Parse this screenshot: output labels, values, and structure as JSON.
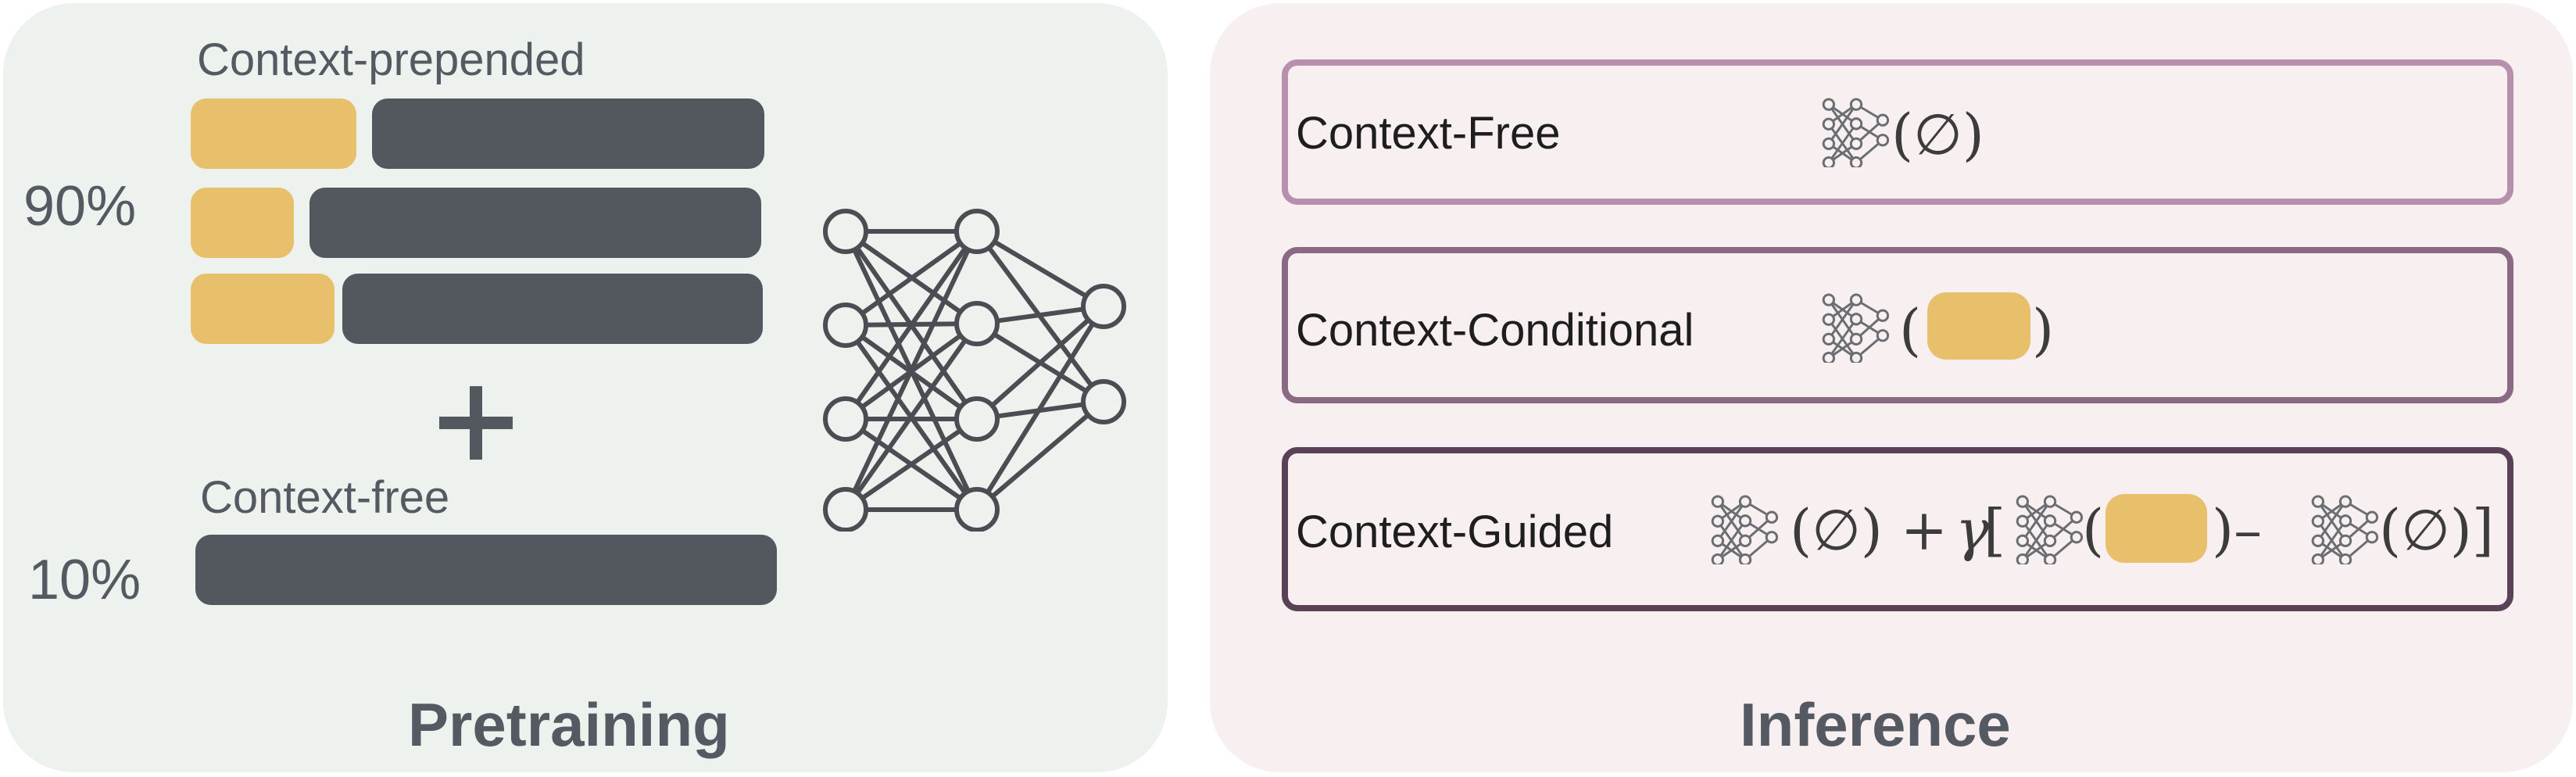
{
  "pretraining": {
    "title": "Pretraining",
    "context_prepended_label": "Context-prepended",
    "context_free_label": "Context-free",
    "prepended_percent": "90%",
    "free_percent": "10%",
    "plus_symbol": "+"
  },
  "inference": {
    "title": "Inference",
    "rows": [
      {
        "label": "Context-Free",
        "formula": [
          "(∅)"
        ]
      },
      {
        "label": "Context-Conditional",
        "formula": [
          "(",
          ")"
        ]
      },
      {
        "label": "Context-Guided",
        "formula": [
          "(∅) + ",
          "γ",
          "[",
          "(",
          ")–",
          "(∅)]"
        ]
      }
    ]
  },
  "colors": {
    "context_block": "#e8bf6b",
    "text_block": "#53575e",
    "pretraining_bg": "#eef2ee",
    "inference_bg": "#f7eff0",
    "context_free_border": "#b790ad",
    "context_conditional_border": "#8a6a82",
    "context_guided_border": "#5a4256"
  },
  "icons": [
    "neural-network-icon"
  ]
}
